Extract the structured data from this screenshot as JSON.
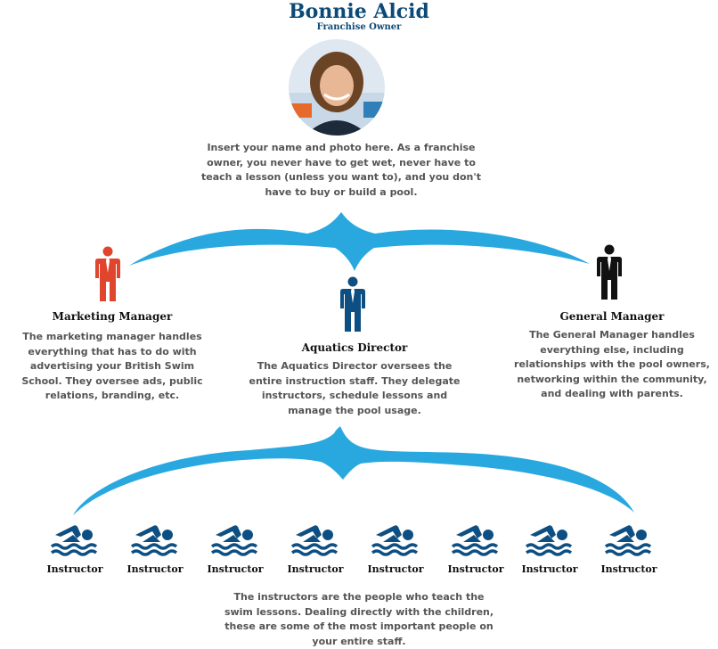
{
  "owner": {
    "name": "Bonnie Alcid",
    "role": "Franchise Owner",
    "description": "Insert your name and photo here. As a franchise owner, you never have to get wet, never have to teach a lesson (unless you want to), and you don't have to buy or build a pool."
  },
  "roles": [
    {
      "title": "Marketing Manager",
      "description": "The marketing manager handles everything that has to do with advertising your British Swim School. They oversee ads, public relations, branding, etc.",
      "color": "#e0452d"
    },
    {
      "title": "Aquatics Director",
      "description": "The Aquatics Director oversees the entire instruction staff. They delegate instructors, schedule lessons and manage the pool usage.",
      "color": "#0d4f82"
    },
    {
      "title": "General Manager",
      "description": "The General Manager handles everything else, including relationships with the pool owners, networking within the community, and dealing with parents.",
      "color": "#111111"
    }
  ],
  "instructors": [
    "Instructor",
    "Instructor",
    "Instructor",
    "Instructor",
    "Instructor",
    "Instructor",
    "Instructor",
    "Instructor"
  ],
  "instructors_description": "The instructors are the people who teach the swim lessons. Dealing directly with the children, these are some of the most important people on your entire staff.",
  "colors": {
    "wave": "#29a8e0",
    "heading": "#0b4a78",
    "swimmer": "#0d4f82"
  },
  "icons": {
    "person": "person-icon",
    "swimmer": "swimmer-icon"
  }
}
